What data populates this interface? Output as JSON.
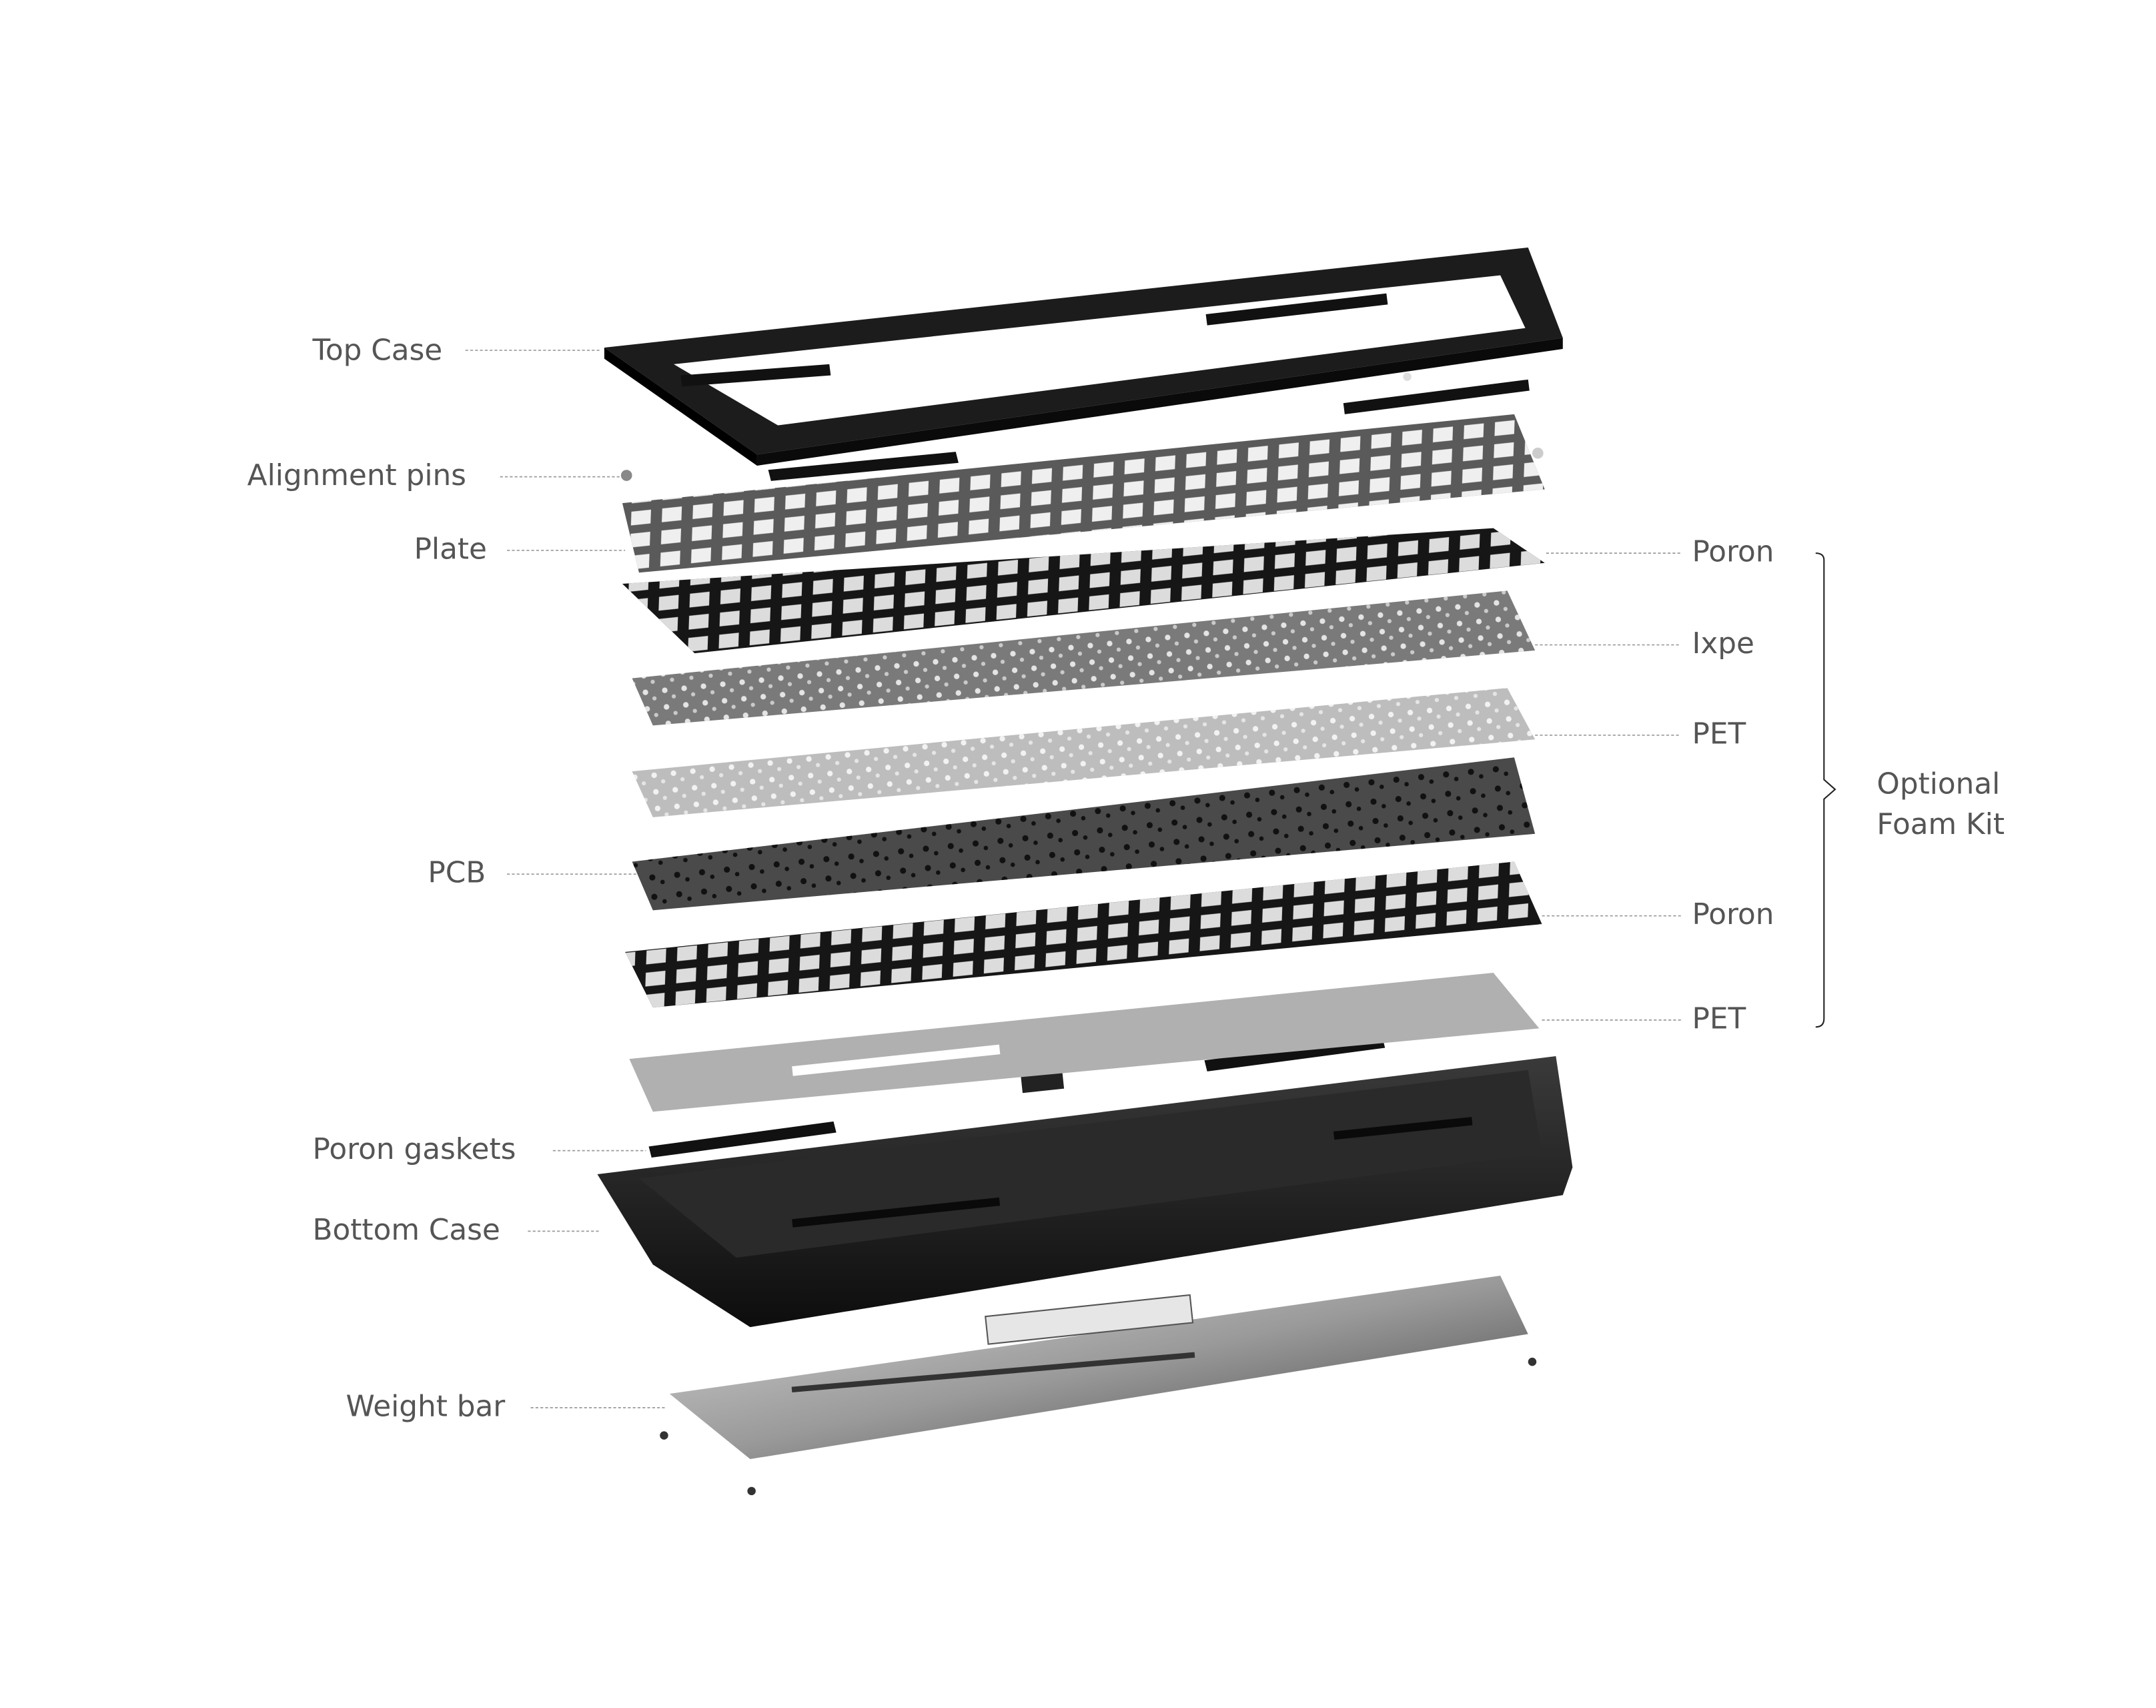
{
  "labels_left": [
    {
      "id": "top-case",
      "text": "Top Case"
    },
    {
      "id": "alignment-pins",
      "text": "Alignment pins"
    },
    {
      "id": "plate",
      "text": "Plate"
    },
    {
      "id": "pcb",
      "text": "PCB"
    },
    {
      "id": "poron-gaskets",
      "text": "Poron gaskets"
    },
    {
      "id": "bottom-case",
      "text": "Bottom Case"
    },
    {
      "id": "weight-bar",
      "text": "Weight bar"
    }
  ],
  "labels_right": [
    {
      "id": "poron-1",
      "text": "Poron"
    },
    {
      "id": "ixpe",
      "text": "Ixpe"
    },
    {
      "id": "pet-1",
      "text": "PET"
    },
    {
      "id": "poron-2",
      "text": "Poron"
    },
    {
      "id": "pet-2",
      "text": "PET"
    }
  ],
  "group": {
    "line1": "Optional",
    "line2": "Foam Kit"
  },
  "colors": {
    "text": "#555555",
    "case": "#1c1c1c",
    "plate": "#5a5a5a",
    "ixpe": "#7a7a7a",
    "pet": "#b8b8b8",
    "pcb": "#4a4a4a",
    "weight": "#a0a0a0"
  }
}
